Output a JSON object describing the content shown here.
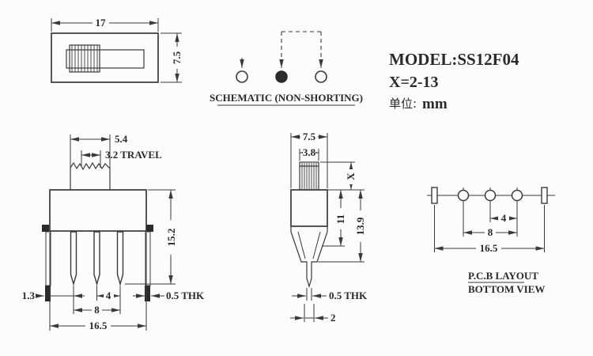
{
  "header": {
    "model": "MODEL:SS12F04",
    "x_range": "X=2-13",
    "unit_label": "单位:",
    "unit_value": "mm"
  },
  "schematic": {
    "caption": "SCHEMATIC (NON-SHORTING)"
  },
  "top_view": {
    "width_dim": "17",
    "height_dim": "7.5"
  },
  "front_view": {
    "knob_width_dim": "5.4",
    "travel_dim": "3.2 TRAVEL",
    "height_dim": "15.2",
    "edge_offset_dim": "1.3",
    "pin_pitch_dim": "4",
    "pin_span_dim": "8",
    "total_width_dim": "16.5",
    "thickness_dim": "0.5 THK"
  },
  "side_view": {
    "width_dim": "7.5",
    "knob_width_dim": "3.8",
    "knob_height_dim": "X",
    "body_height_dim": "11",
    "total_height_dim": "13.9",
    "thickness_dim": "0.5 THK",
    "pin_width_dim": "2"
  },
  "pcb_layout": {
    "pitch_dim": "4",
    "span_dim": "8",
    "width_dim": "16.5",
    "caption_line1": "P.C.B LAYOUT",
    "caption_line2": "BOTTOM VIEW"
  },
  "colors": {
    "line": "#3a3a3a",
    "background": "#fcfcfc",
    "fill_black": "#2b2b2b"
  }
}
